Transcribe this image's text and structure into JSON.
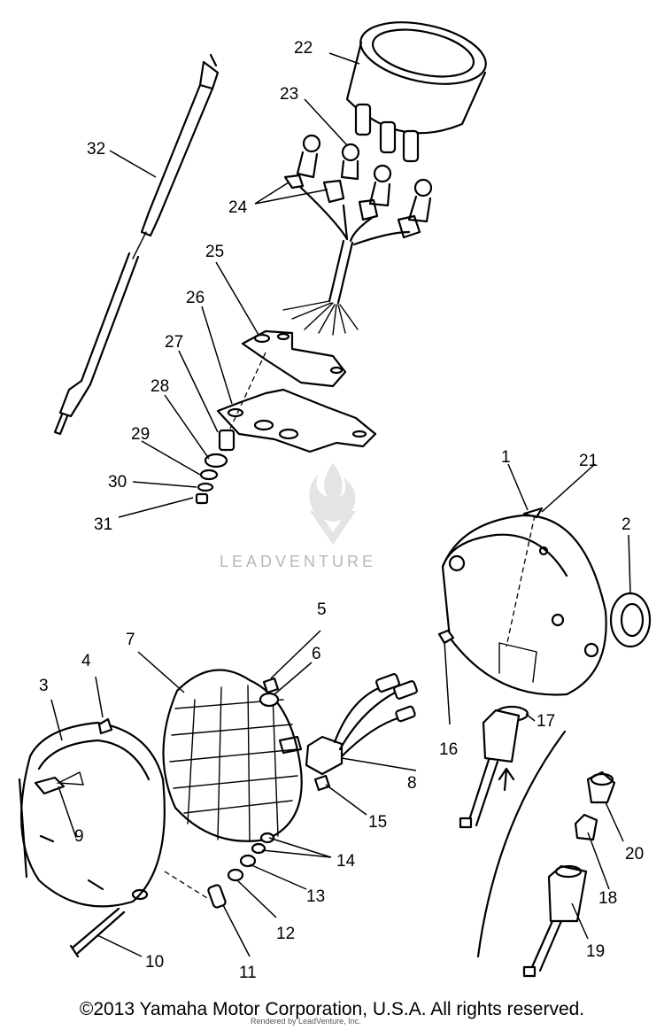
{
  "diagram": {
    "labels": [
      "1",
      "2",
      "3",
      "4",
      "5",
      "6",
      "7",
      "8",
      "9",
      "10",
      "11",
      "12",
      "13",
      "14",
      "15",
      "16",
      "17",
      "18",
      "19",
      "20",
      "21",
      "22",
      "23",
      "24",
      "25",
      "26",
      "27",
      "28",
      "29",
      "30",
      "31",
      "32"
    ]
  },
  "watermark": {
    "text": "LEADVENTURE",
    "logo_icon": "leadventure-flame-logo-icon"
  },
  "footer": {
    "copyright": "©2013 Yamaha Motor Corporation, U.S.A. All rights reserved.",
    "rendered_by": "Rendered by LeadVenture, Inc."
  }
}
